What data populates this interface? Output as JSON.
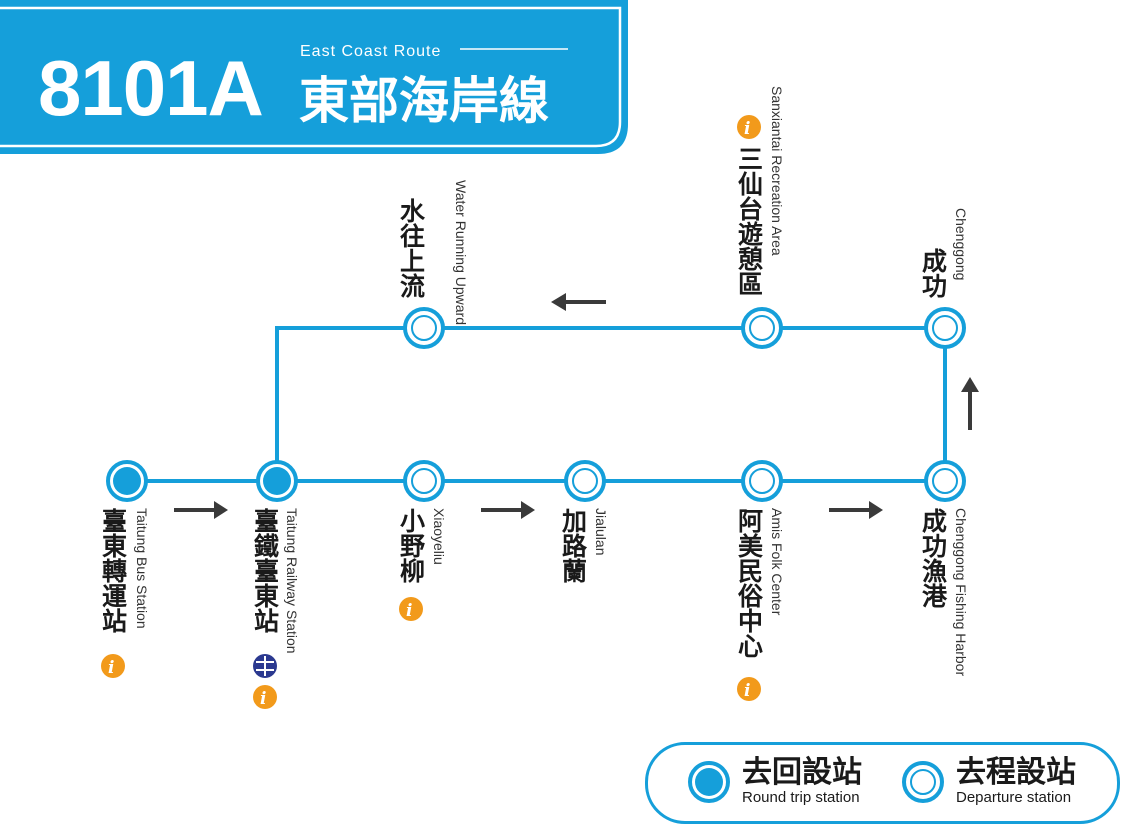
{
  "header": {
    "route_number": "8101A",
    "route_name_en": "East Coast Route",
    "route_name_zh": "東部海岸線"
  },
  "stations": [
    {
      "id": "taitung-bus",
      "zh": "臺東轉運站",
      "en": "Taitung Bus Station",
      "type": "round_trip",
      "info": true,
      "rail": false
    },
    {
      "id": "taitung-rail",
      "zh": "臺鐵臺東站",
      "en": "Taitung Railway Station",
      "type": "round_trip",
      "info": true,
      "rail": true
    },
    {
      "id": "xiaoyeliu",
      "zh": "小野柳",
      "en": "Xiaoyeliu",
      "type": "departure",
      "info": true,
      "rail": false
    },
    {
      "id": "jialulan",
      "zh": "加路蘭",
      "en": "Jialulan",
      "type": "departure",
      "info": false,
      "rail": false
    },
    {
      "id": "amis",
      "zh": "阿美民俗中心",
      "en": "Amis Folk Center",
      "type": "departure",
      "info": true,
      "rail": false
    },
    {
      "id": "chenggong-harbor",
      "zh": "成功漁港",
      "en": "Chenggong Fishing Harbor",
      "type": "departure",
      "info": false,
      "rail": false
    },
    {
      "id": "chenggong",
      "zh": "成功",
      "en": "Chenggong",
      "type": "departure",
      "info": false,
      "rail": false
    },
    {
      "id": "sanxiantai",
      "zh": "三仙台遊憩區",
      "en": "Sanxiantai Recreation Area",
      "type": "departure",
      "info": true,
      "rail": false
    },
    {
      "id": "water-upward",
      "zh": "水往上流",
      "en": "Water Running Upward",
      "type": "departure",
      "info": false,
      "rail": false
    }
  ],
  "legend": {
    "round_trip_zh": "去回設站",
    "round_trip_en": "Round trip station",
    "departure_zh": "去程設站",
    "departure_en": "Departure station"
  },
  "colors": {
    "brand_blue": "#159fda",
    "info_orange": "#f29a1b",
    "rail_navy": "#2b3990",
    "arrow": "#3a3a3a"
  },
  "icons": {
    "info": "info-icon",
    "rail": "railway-icon",
    "direction": "direction-arrow-icon"
  }
}
